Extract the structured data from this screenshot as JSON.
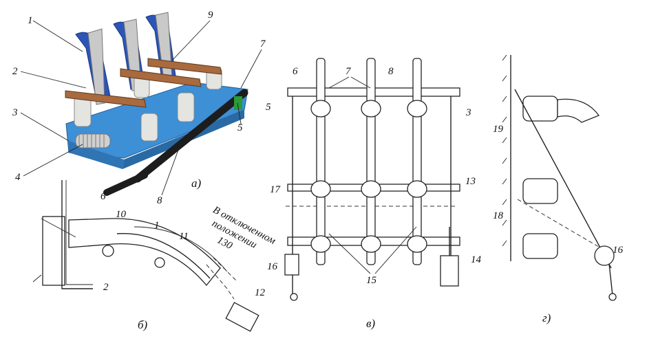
{
  "labels": {
    "a": [
      "1",
      "2",
      "3",
      "4",
      "5",
      "6",
      "7",
      "8",
      "9"
    ],
    "b": [
      "10",
      "11",
      "12",
      "2",
      "1"
    ],
    "v": [
      "6",
      "7",
      "8",
      "5",
      "3",
      "17",
      "13",
      "15",
      "16",
      "14"
    ],
    "g": [
      "19",
      "18",
      "16"
    ]
  },
  "captions": {
    "a": "а)",
    "b": "б)",
    "v": "в)",
    "g": "г)"
  },
  "note": {
    "line1": "В отключенном",
    "line2": "положении",
    "line3": "130"
  },
  "colors": {
    "frame": "#3d8fd6",
    "blade": "#a86a3e",
    "insulator": "#e4e4e0",
    "shaft": "#1d1d1d",
    "arm": "#2c55b8"
  }
}
